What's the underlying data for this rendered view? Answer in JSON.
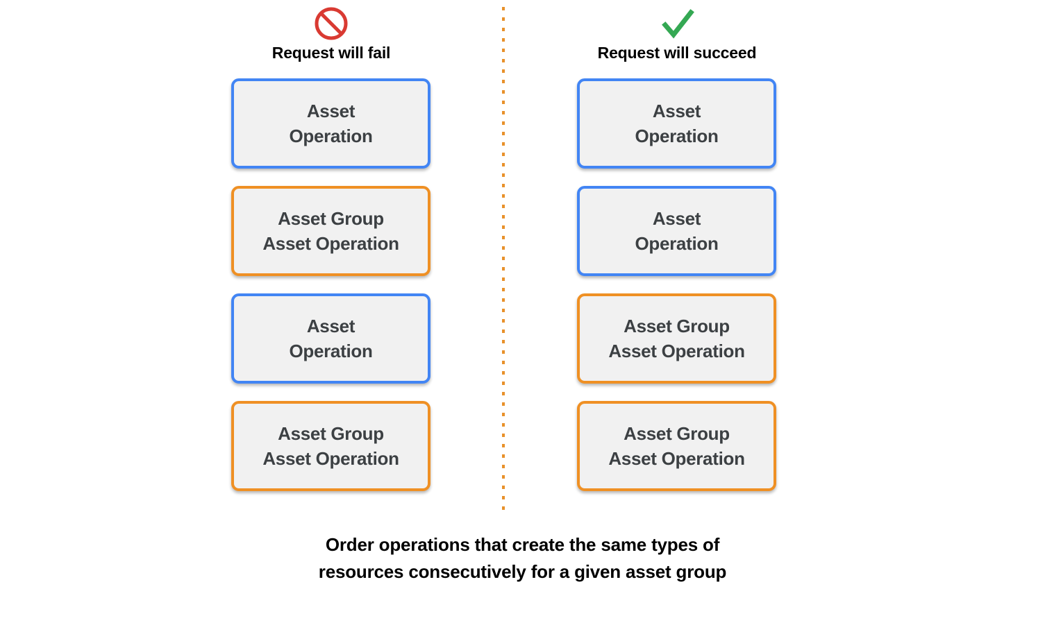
{
  "colors": {
    "asset_border": "#4285f4",
    "asset_group_border": "#ef9024",
    "box_fill": "#f1f1f1",
    "box_text": "#3c4043",
    "divider": "#e8912b",
    "fail_icon": "#d93a32",
    "succeed_icon": "#34a853",
    "background": "#ffffff"
  },
  "columns": [
    {
      "id": "fail",
      "icon": "prohibition-icon",
      "header": "Request will fail",
      "boxes": [
        {
          "type": "asset",
          "label": "Asset\nOperation"
        },
        {
          "type": "asset-group",
          "label": "Asset Group\nAsset Operation"
        },
        {
          "type": "asset",
          "label": "Asset\nOperation"
        },
        {
          "type": "asset-group",
          "label": "Asset Group\nAsset Operation"
        }
      ]
    },
    {
      "id": "succeed",
      "icon": "checkmark-icon",
      "header": "Request will succeed",
      "boxes": [
        {
          "type": "asset",
          "label": "Asset\nOperation"
        },
        {
          "type": "asset",
          "label": "Asset\nOperation"
        },
        {
          "type": "asset-group",
          "label": "Asset Group\nAsset Operation"
        },
        {
          "type": "asset-group",
          "label": "Asset Group\nAsset Operation"
        }
      ]
    }
  ],
  "caption": "Order operations that create the same types of\nresources consecutively for a given asset group"
}
